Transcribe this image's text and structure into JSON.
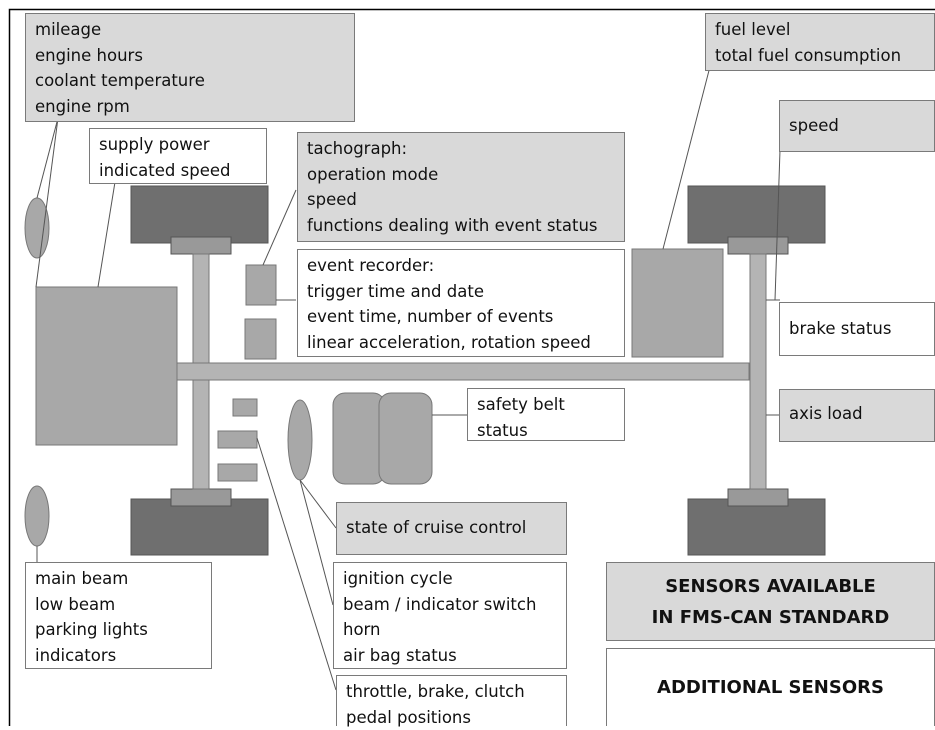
{
  "labels": {
    "engine": [
      "mileage",
      "engine hours",
      "coolant temperature",
      "engine rpm"
    ],
    "supply": [
      "supply power",
      "indicated speed"
    ],
    "tachograph": [
      "tachograph:",
      "operation mode",
      "speed",
      "functions dealing with event status"
    ],
    "event_recorder": [
      "event recorder:",
      "trigger time and date",
      "event time, number of events",
      "linear acceleration, rotation speed"
    ],
    "fuel": [
      "fuel level",
      "total fuel consumption"
    ],
    "speed": [
      "speed"
    ],
    "brake": [
      "brake status"
    ],
    "axis": [
      "axis load"
    ],
    "safety_belt": [
      "safety belt",
      "status"
    ],
    "cruise": [
      "state of cruise control"
    ],
    "lights": [
      "main beam",
      "low beam",
      "parking lights",
      "indicators"
    ],
    "ignition": [
      "ignition cycle",
      "beam / indicator switch",
      "horn",
      "air bag status"
    ],
    "pedals": [
      "throttle, brake, clutch",
      "pedal positions"
    ]
  },
  "legend": {
    "fms": [
      "SENSORS AVAILABLE",
      "IN FMS-CAN STANDARD"
    ],
    "additional": [
      "ADDITIONAL SENSORS"
    ]
  },
  "colors": {
    "fms_fill": "#d9d9d9",
    "additional_fill": "#ffffff",
    "wheel": "#6f6f6f",
    "axle": "#b4b4b4",
    "component": "#a8a8a8"
  }
}
